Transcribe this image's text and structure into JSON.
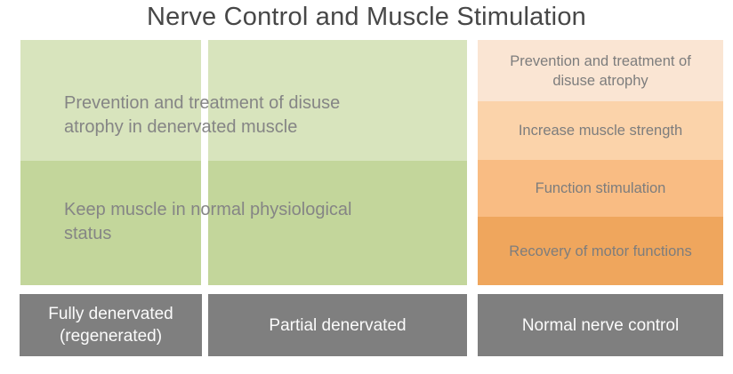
{
  "title": "Nerve Control and Muscle Stimulation",
  "colors": {
    "light_green": "#d8e4bd",
    "dark_green": "#c3d69b",
    "orange_1": "#fae5d3",
    "orange_2": "#fbd3aa",
    "orange_3": "#f9bc83",
    "orange_4": "#efa65d",
    "footer_gray": "#7f7f7f",
    "title_text": "#474747",
    "block_text": "#838383",
    "footer_text": "#fbfbfb"
  },
  "green_section": {
    "rows": [
      {
        "label": "Prevention and treatment of disuse atrophy in denervated muscle"
      },
      {
        "label": "Keep muscle in normal physiological status"
      }
    ]
  },
  "orange_section": {
    "blocks": [
      {
        "label": "Prevention and treatment of disuse atrophy"
      },
      {
        "label": "Increase muscle strength"
      },
      {
        "label": "Function stimulation"
      },
      {
        "label": "Recovery of motor functions"
      }
    ]
  },
  "footer": {
    "columns": [
      {
        "label": "Fully denervated (regenerated)"
      },
      {
        "label": "Partial denervated"
      },
      {
        "label": "Normal nerve control"
      }
    ]
  }
}
